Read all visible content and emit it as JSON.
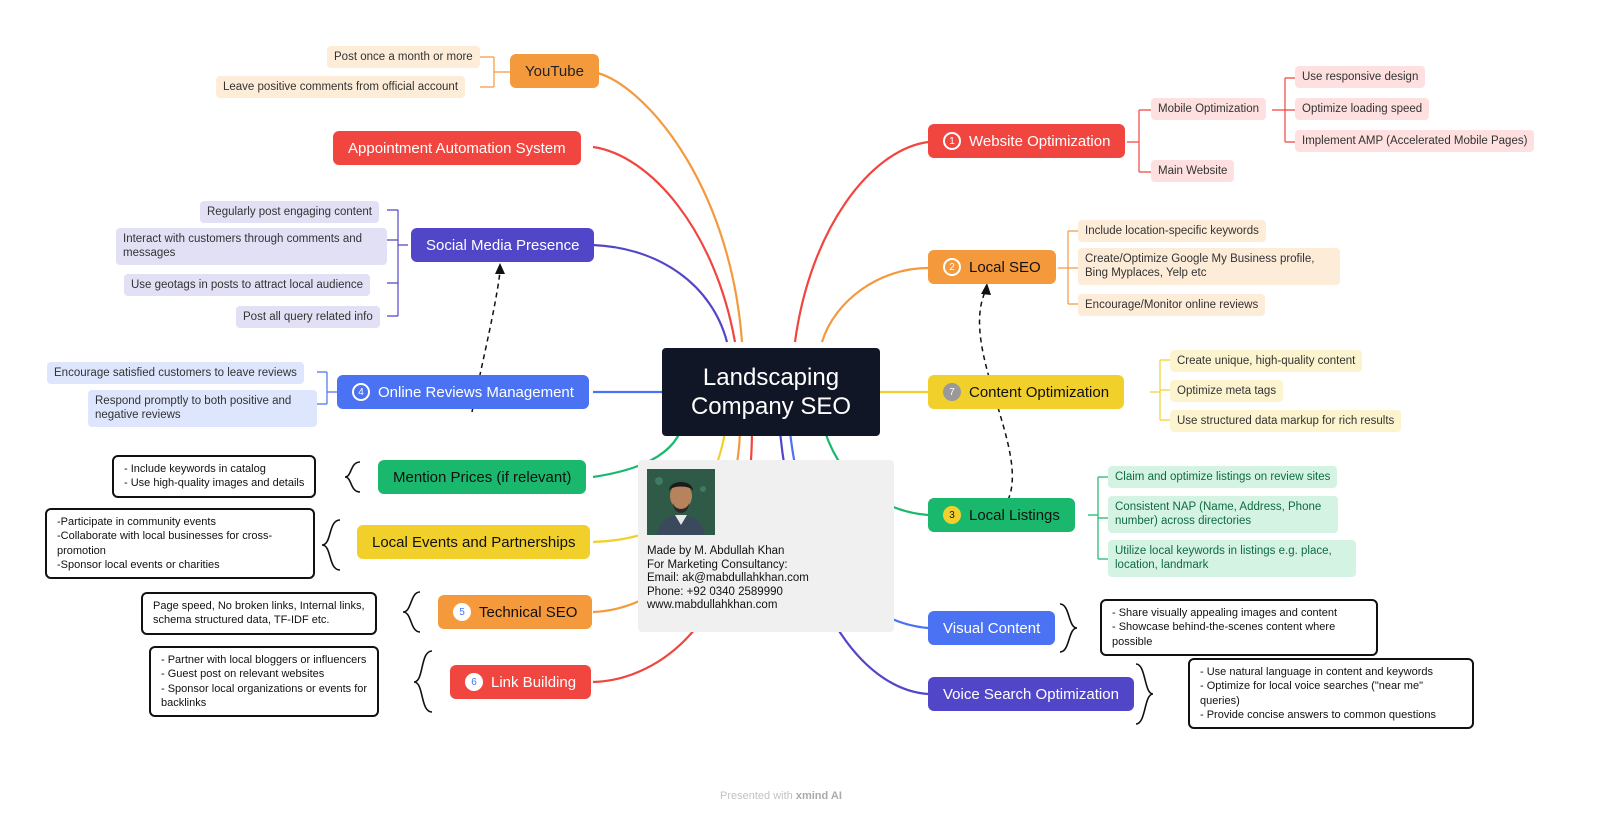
{
  "center": {
    "line1": "Landscaping",
    "line2": "Company SEO"
  },
  "card": {
    "lines": [
      "Made by M. Abdullah Khan",
      "For Marketing Consultancy:",
      "Email: ak@mabdullahkhan.com",
      "Phone: +92 0340 2589990",
      "www.mabdullahkhan.com"
    ]
  },
  "colors": {
    "red": "#f0463f",
    "orange": "#f5993d",
    "yellow": "#f2d02c",
    "green": "#1ab86c",
    "purple": "#5146c8",
    "blue": "#4a72f2",
    "dark": "#101626"
  },
  "branches": {
    "youtube": {
      "label": "YouTube",
      "color": "#f5993d",
      "leaves": [
        "Post once a month or more",
        "Leave positive comments from official account"
      ]
    },
    "appointment": {
      "label": "Appointment Automation System",
      "color": "#f0463f"
    },
    "social": {
      "label": "Social Media Presence",
      "color": "#5146c8",
      "leaves": [
        "Regularly post engaging content",
        "Interact with customers through comments and messages",
        "Use geotags in posts to attract local audience",
        "Post all query related info"
      ]
    },
    "reviews": {
      "badge": "4",
      "label": "Online Reviews Management",
      "color": "#4a72f2",
      "leaves": [
        "Encourage satisfied customers to leave reviews",
        "Respond promptly to both positive and negative reviews"
      ]
    },
    "prices": {
      "label": "Mention Prices (if relevant)",
      "color": "#1ab86c",
      "note": [
        "- Include keywords in catalog",
        "- Use high-quality images and details"
      ]
    },
    "events": {
      "label": "Local Events and Partnerships",
      "color": "#f2d02c",
      "note": [
        "-Participate in community events",
        "-Collaborate with local businesses for cross-",
        "promotion",
        "-Sponsor local events or charities"
      ]
    },
    "technical": {
      "badge": "5",
      "label": "Technical SEO",
      "color": "#f5993d",
      "note": [
        "Page speed, No broken links, Internal links,",
        "schema structured data, TF-IDF etc."
      ]
    },
    "linkbuilding": {
      "badge": "6",
      "label": "Link Building",
      "color": "#f0463f",
      "note": [
        "- Partner with local bloggers or influencers",
        "- Guest post on relevant websites",
        "- Sponsor local organizations or events for",
        "backlinks"
      ]
    },
    "website": {
      "badge": "1",
      "label": "Website Optimization",
      "color": "#f0463f",
      "mobile": "Mobile Optimization",
      "mobile_leaves": [
        "Use responsive design",
        "Optimize loading speed",
        "Implement AMP (Accelerated Mobile Pages)"
      ],
      "main": "Main Website"
    },
    "localseo": {
      "badge": "2",
      "label": "Local SEO",
      "color": "#f5993d",
      "leaves": [
        "Include location-specific keywords",
        "Create/Optimize Google My Business profile, Bing Myplaces, Yelp etc",
        "Encourage/Monitor online reviews"
      ]
    },
    "content": {
      "badge": "7",
      "label": "Content Optimization",
      "color": "#f2d02c",
      "leaves": [
        "Create unique, high-quality content",
        "Optimize meta tags",
        "Use structured data markup for rich results"
      ]
    },
    "listings": {
      "badge": "3",
      "label": "Local Listings",
      "color": "#1ab86c",
      "leaves": [
        "Claim and optimize listings on review sites",
        "Consistent NAP (Name, Address, Phone number) across directories",
        "Utilize local keywords in listings e.g. place, location, landmark"
      ]
    },
    "visual": {
      "label": "Visual Content",
      "color": "#4a72f2",
      "note": [
        "- Share visually appealing images and content",
        "- Showcase behind-the-scenes content where",
        "possible"
      ]
    },
    "voice": {
      "label": "Voice Search Optimization",
      "color": "#5146c8",
      "note": [
        "- Use natural language in content and keywords",
        "- Optimize for local voice searches (\"near me\"",
        "queries)",
        "- Provide concise answers to common questions"
      ]
    }
  },
  "footer": {
    "prefix": "Presented with ",
    "brand": "xmind AI"
  }
}
